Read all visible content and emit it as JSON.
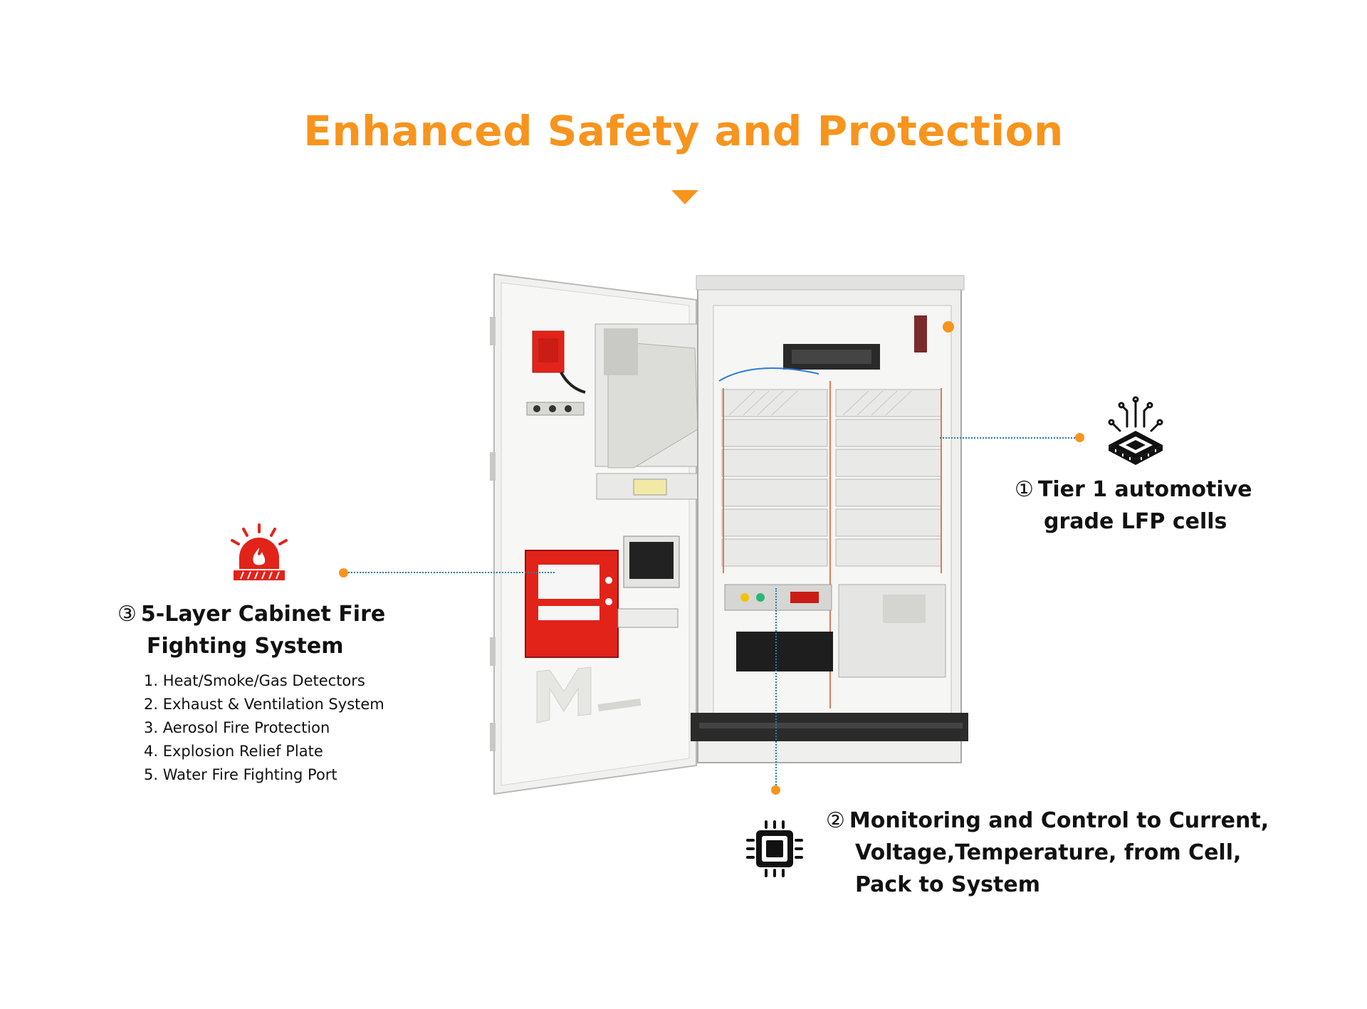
{
  "title": "Enhanced Safety and Protection",
  "colors": {
    "accent": "#f7941d",
    "leader": "#1f7fa8",
    "alarm_red": "#e2231a"
  },
  "features": [
    {
      "number": "①",
      "lines": [
        "Tier 1 automotive",
        "grade LFP cells"
      ],
      "icon": "battery-chip-icon"
    },
    {
      "number": "②",
      "lines": [
        "Monitoring and Control to Current,",
        "Voltage,Temperature, from Cell,",
        "Pack to System"
      ],
      "icon": "processor-chip-icon"
    },
    {
      "number": "③",
      "lines": [
        "5-Layer Cabinet Fire",
        "Fighting System"
      ],
      "icon": "fire-alarm-icon",
      "sub_items": [
        "1.  Heat/Smoke/Gas Detectors",
        "2. Exhaust & Ventilation System",
        "3. Aerosol Fire Protection",
        "4. Explosion Relief Plate",
        "5. Water Fire Fighting Port"
      ]
    }
  ]
}
